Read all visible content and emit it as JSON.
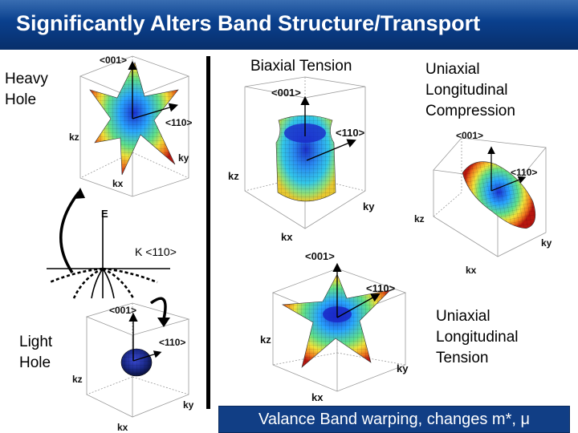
{
  "title": "Significantly Alters Band Structure/Transport",
  "labels": {
    "heavy_hole": "Heavy\nHole",
    "light_hole": "Light\nHole",
    "biaxial_tension": "Biaxial Tension",
    "uniaxial_compression": "Uniaxial\nLongitudinal\nCompression",
    "uniaxial_tension": "Uniaxial\nLongitudinal\nTension"
  },
  "axes": {
    "dir001": "<001>",
    "dir110": "<110>",
    "kx": "kx",
    "ky": "ky",
    "kz": "kz"
  },
  "band_diagram": {
    "energy_axis": "E",
    "k_axis": "K <110>"
  },
  "note": "Valance Band warping, changes m*, μ"
}
